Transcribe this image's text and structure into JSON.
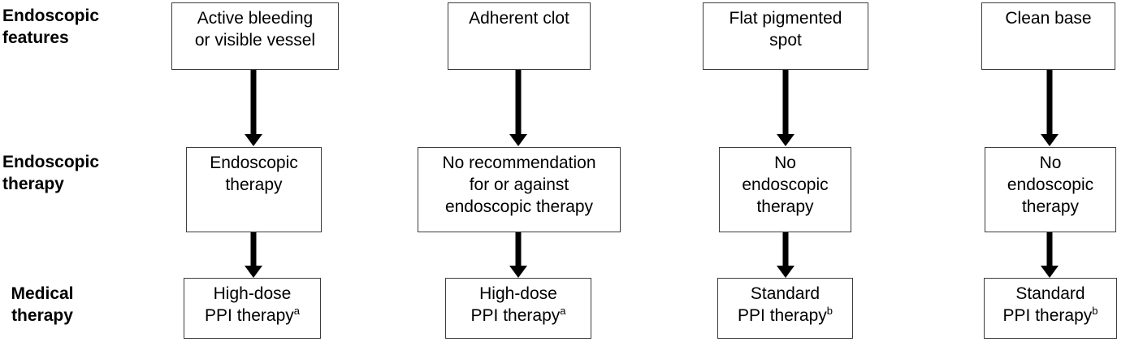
{
  "figure": {
    "row_labels": {
      "features": "Endoscopic\nfeatures",
      "endoscopic_therapy": "Endoscopic\ntherapy",
      "medical_therapy": "Medical\ntherapy"
    },
    "columns": [
      {
        "feature": "Active bleeding\nor visible vessel",
        "endoscopic_therapy": "Endoscopic\ntherapy",
        "medical_therapy": "High-dose\nPPI therapy",
        "medical_footnote": "a"
      },
      {
        "feature": "Adherent clot",
        "endoscopic_therapy": "No recommendation\nfor or against\nendoscopic therapy",
        "medical_therapy": "High-dose\nPPI therapy",
        "medical_footnote": "a"
      },
      {
        "feature": "Flat pigmented\nspot",
        "endoscopic_therapy": "No\nendoscopic\ntherapy",
        "medical_therapy": "Standard\nPPI therapy",
        "medical_footnote": "b"
      },
      {
        "feature": "Clean base",
        "endoscopic_therapy": "No\nendoscopic\ntherapy",
        "medical_therapy": "Standard\nPPI therapy",
        "medical_footnote": "b"
      }
    ],
    "colors": {
      "background": "#ffffff",
      "box_border": "#3d3d3d",
      "arrow": "#000000",
      "text": "#000000"
    }
  }
}
